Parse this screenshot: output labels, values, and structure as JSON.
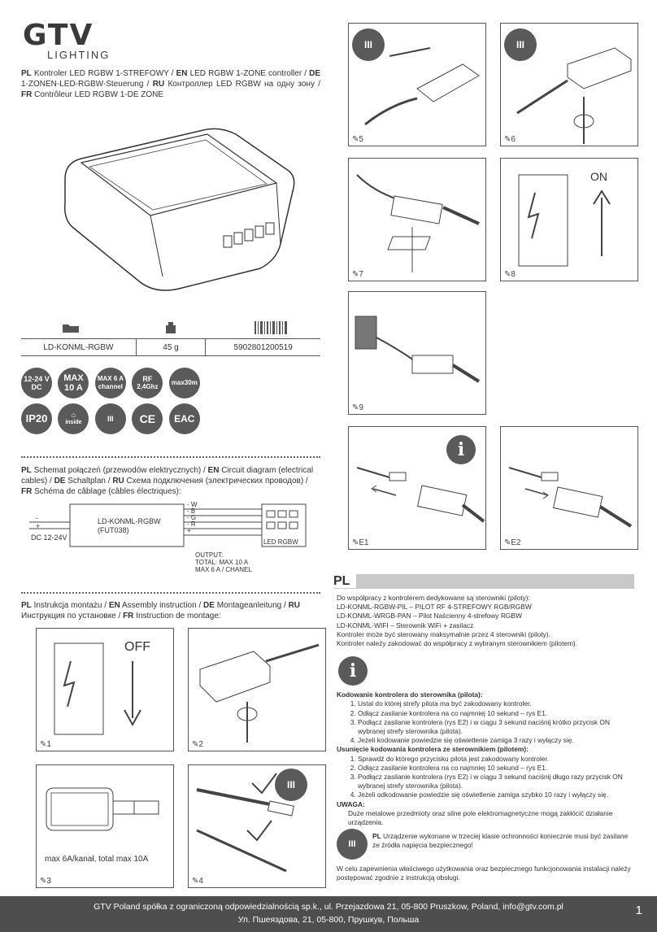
{
  "brand": {
    "name": "GTV",
    "sub": "LIGHTING"
  },
  "title": {
    "pl_code": "PL",
    "pl": "Kontroler LED RGBW 1-STREFOWY /",
    "en_code": "EN",
    "en": "LED RGBW 1-ZONE controller /",
    "de_code": "DE",
    "de": "1-ZONEN-LED-RGBW-Steuerung /",
    "ru_code": "RU",
    "ru": "Контроллер LED RGBW на одну зону /",
    "fr_code": "FR",
    "fr": "Contrôleur LED RGBW 1-DE ZONE"
  },
  "spec": {
    "code": "LD-KONML-RGBW",
    "weight": "45 g",
    "ean": "5902801200519"
  },
  "badges": [
    {
      "l1": "12-24 V",
      "l2": "DC"
    },
    {
      "l1": "MAX",
      "l2": "10 A"
    },
    {
      "l1": "MAX 6 A",
      "l2": "channel"
    },
    {
      "l1": "RF",
      "l2": "2,4Ghz"
    },
    {
      "l1": "",
      "l2": "max30m"
    },
    {
      "l1": "IP20",
      "l2": ""
    },
    {
      "l1": "",
      "l2": "inside"
    },
    {
      "l1": "III",
      "l2": ""
    },
    {
      "l1": "CE",
      "l2": ""
    },
    {
      "l1": "EAC",
      "l2": ""
    }
  ],
  "schema_head": {
    "pl_code": "PL",
    "pl": "Schemat połączeń (przewodów elektrycznych) /",
    "en_code": "EN",
    "en": "Circuit diagram (electrical cables) /",
    "de_code": "DE",
    "de": "Schaltplan /",
    "ru_code": "RU",
    "ru": "Схема подключения (электрических проводов) /",
    "fr_code": "FR",
    "fr": "Schéma de câblage (câbles électriques):"
  },
  "circuit": {
    "device": "LD-KONML-RGBW",
    "device_sub": "(FUT038)",
    "minus": "-",
    "plus": "+",
    "input": "DC 12-24V",
    "ch_w": "- W",
    "ch_b": "- B",
    "ch_g": "- G",
    "ch_r": "- R",
    "ch_plus": "+",
    "led": "LED RGBW",
    "out1": "OUTPUT:",
    "out2": "TOTAL: MAX 10 A",
    "out3": "MAX 6 A / CHANEL"
  },
  "install_head": {
    "pl_code": "PL",
    "pl": "Instrukcja montażu /",
    "en_code": "EN",
    "en": "Assembly instruction /",
    "de_code": "DE",
    "de": "Montageanleitung /",
    "ru_code": "RU",
    "ru": "Инструкция по установке /",
    "fr_code": "FR",
    "fr": "Instruction de montage:"
  },
  "steps": {
    "s1": "1",
    "s1_text": "OFF",
    "s2": "2",
    "s3": "3",
    "s3_text": "max 6A/kanał, total max 10A",
    "s4": "4",
    "s5": "5",
    "s6": "6",
    "s7": "7",
    "s8": "8",
    "s8_text": "ON",
    "s9": "9",
    "e1": "E1",
    "e2": "E2"
  },
  "pl": {
    "heading": "PL",
    "intro": [
      "Do współpracy z kontrolerem dedykowane są sterowniki (piloty):",
      "LD-KONML-RGBW-PIL – PILOT RF 4-STREFOWY RGB/RGBW",
      "LD-KONML-WRGB-PAN – Pilot Naścienny 4-strefowy RGBW",
      "LD-KONML-WIFI – Sterownik WiFi + zasilacz",
      "Kontroler może być sterowany maksymalnie przez 4 sterowniki (piloty).",
      "Kontroler należy zakodować do współpracy z wybranym sterownikiem (pilotem)."
    ],
    "coding_title": "Kodowanie kontrolera do sterownika (pilota):",
    "coding": [
      "Ustal do której strefy pilota ma być zakodowany kontroler.",
      "Odłącz zasilanie kontrolera na co najmniej 10 sekund – rys E1.",
      "Podłącz zasilanie kontrolera (rys E2) i w ciągu 3 sekund naciśnij krótko przycisk ON wybranej strefy sterownika (pilota).",
      "Jeżeli kodowanie powiedzie się oświetlenie zamiga 3 razy i wyłączy się."
    ],
    "uncoding_title": "Usunięcie kodowania kontrolera ze sterownikiem (pilotem):",
    "uncoding": [
      "Sprawdź do którego przycisku pilota jest zakodowany kontroler.",
      "Odłącz zasilanie kontrolera na co najmniej 10 sekund – rys E1.",
      "Podłącz zasilanie kontrolera (rys E2) i w ciągu 3 sekund naciśnij długo razy przycisk ON wybranej strefy sterownika (pilota).",
      "Jeżeli odkodowanie powiedzie się oświetlenie zamiga szybko 10 razy i wyłączy się."
    ],
    "warning_title": "UWAGA:",
    "warning": "Duże metalowe przedmioty oraz silne pole elektromagnetyczne mogą zakłócić działanie urządzenia.",
    "class_code": "PL",
    "class_text": "Urządzenie wykonane w trzeciej klasie ochronności koniecznie musi być zasilane ze źródła napięcia bezpiecznego!",
    "closing": "W celu zapewnienia właściwego użytkowania oraz bezpiecznego funkcjonowania instalacji należy postępować zgodnie z instrukcją obsługi."
  },
  "footer": {
    "line1": "GTV Poland spółka z ograniczoną odpowiedzialnością sp.k., ul. Przejazdowa 21, 05-800 Pruszkow, Poland, info@gtv.com.pl",
    "line2": "Ул. Пшеяздова, 21, 05-800, Прушкув, Польша",
    "page": "1"
  }
}
